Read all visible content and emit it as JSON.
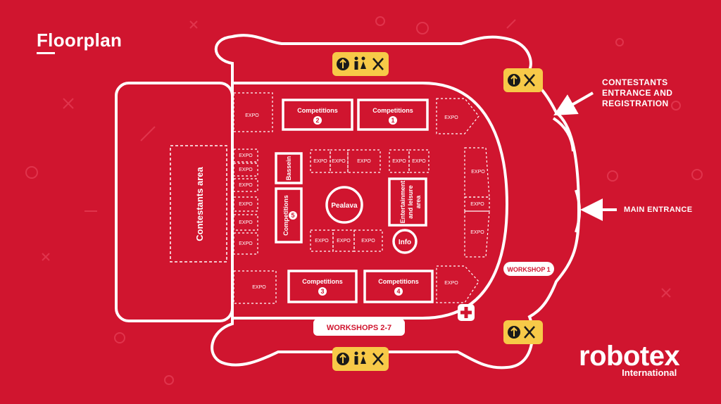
{
  "colors": {
    "background": "#d0152f",
    "line": "#ffffff",
    "badge": "#f7c948",
    "badge_icon": "#1a1a1a"
  },
  "header": {
    "title": "Floorplan"
  },
  "entrances": {
    "contestants_line1": "CONTESTANTS",
    "contestants_line2": "ENTRANCE AND",
    "contestants_line3": "REGISTRATION",
    "main": "MAIN ENTRANCE"
  },
  "areas": {
    "contestants_area": "Contestants area",
    "pealava": "Pealava",
    "info": "Info",
    "bassein": "Bassein",
    "entertainment_line1": "Entertainment",
    "entertainment_line2": "and leisure",
    "entertainment_line3": "area",
    "workshop1": "WORKSHOP 1",
    "workshops27": "WORKSHOPS 2-7"
  },
  "competitions": {
    "label": "Competitions",
    "c1": "1",
    "c2": "2",
    "c3": "3",
    "c4": "4",
    "c5": "5"
  },
  "expo": {
    "label": "EXPO"
  },
  "badge_icons": [
    "up-arrow-icon",
    "restroom-icon",
    "food-icon"
  ],
  "brand": {
    "name": "robotex",
    "sub": "International"
  }
}
